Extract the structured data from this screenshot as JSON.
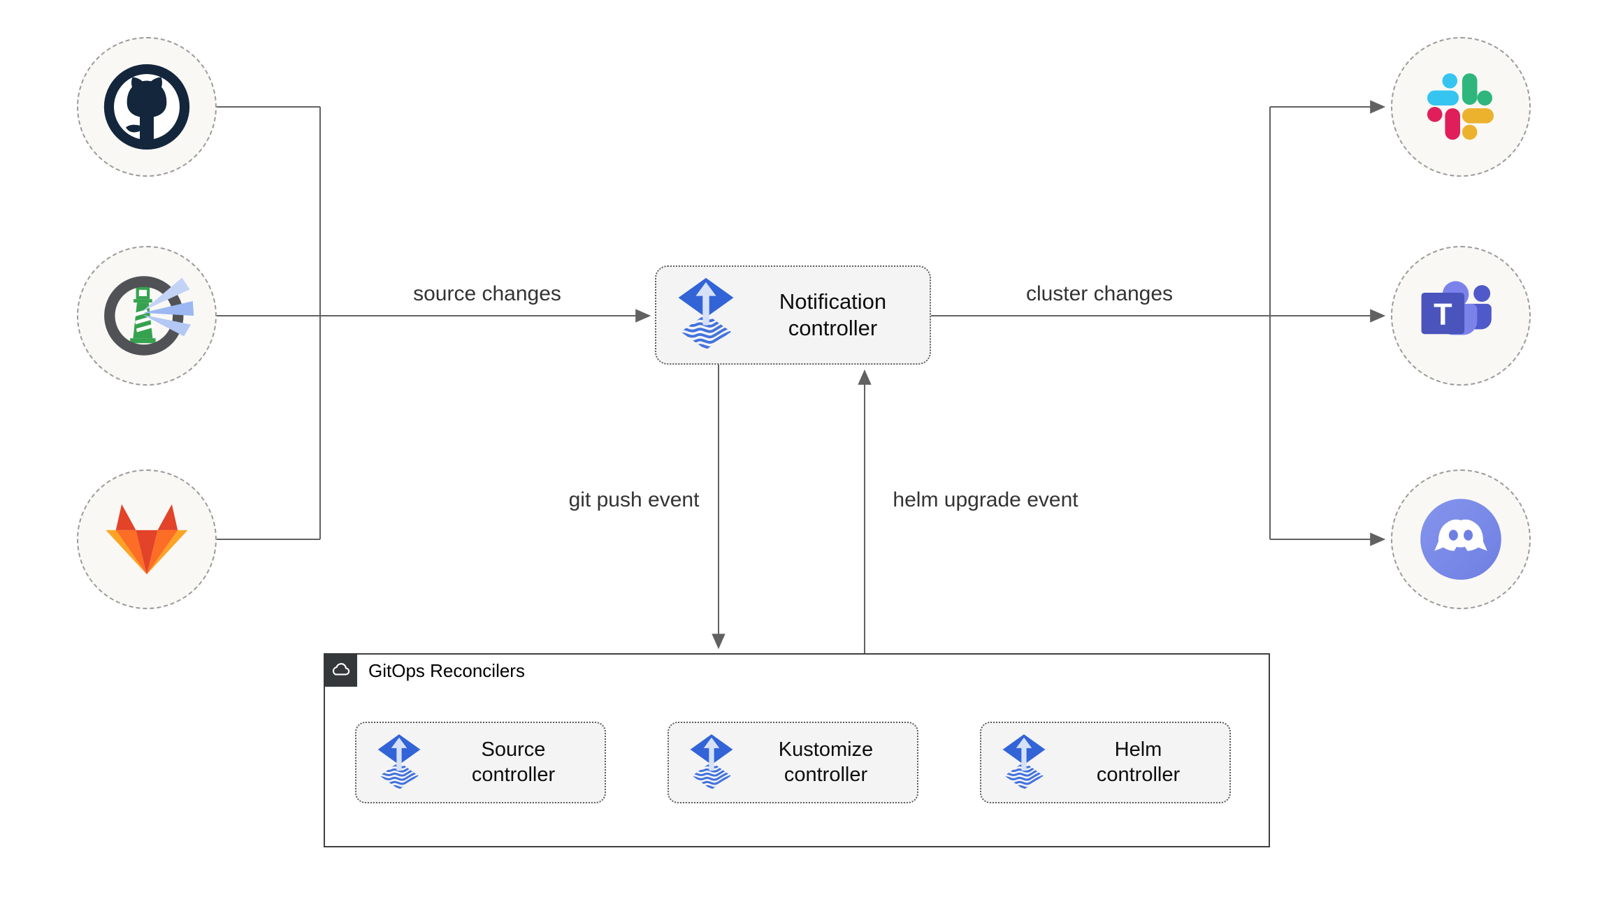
{
  "diagram": {
    "title": "Flux notification-controller event flow",
    "notification_controller": {
      "label": "Notification\ncontroller",
      "icon": "flux-icon"
    },
    "edge_labels": {
      "source_changes": "source changes",
      "cluster_changes": "cluster changes",
      "git_push_event": "git push event",
      "helm_upgrade_event": "helm upgrade event"
    },
    "sources": [
      {
        "name": "github",
        "icon": "github-icon"
      },
      {
        "name": "harbor",
        "icon": "harbor-icon"
      },
      {
        "name": "gitlab",
        "icon": "gitlab-icon"
      }
    ],
    "targets": [
      {
        "name": "slack",
        "icon": "slack-icon"
      },
      {
        "name": "teams",
        "icon": "microsoft-teams-icon"
      },
      {
        "name": "discord",
        "icon": "discord-icon"
      }
    ],
    "reconcilers": {
      "title": "GitOps Reconcilers",
      "badge_icon": "cloud-icon",
      "boxes": [
        {
          "label": "Source\ncontroller",
          "icon": "flux-icon"
        },
        {
          "label": "Kustomize\ncontroller",
          "icon": "flux-icon"
        },
        {
          "label": "Helm\ncontroller",
          "icon": "flux-icon"
        }
      ]
    },
    "colors": {
      "wire": "#616161",
      "node_fill": "#f9f8f5",
      "node_border": "#9b9b9b",
      "box_fill": "#f4f4f4",
      "box_border": "#5c5c5c",
      "container_border": "#3f3f3f",
      "badge_bg": "#34383b",
      "flux_blue": "#3264d7",
      "flux_arrow": "#d6e1f8",
      "slack": [
        "#36C5F0",
        "#2EB67D",
        "#E01E5A",
        "#ECB22E"
      ],
      "gitlab": [
        "#e24329",
        "#fc6d26",
        "#fca326"
      ],
      "teams": [
        "#4b53bc",
        "#5059c9",
        "#7b83eb"
      ],
      "discord": "#7a8ae8",
      "github": "#13263c",
      "harbor_green": "#36a24f"
    }
  }
}
